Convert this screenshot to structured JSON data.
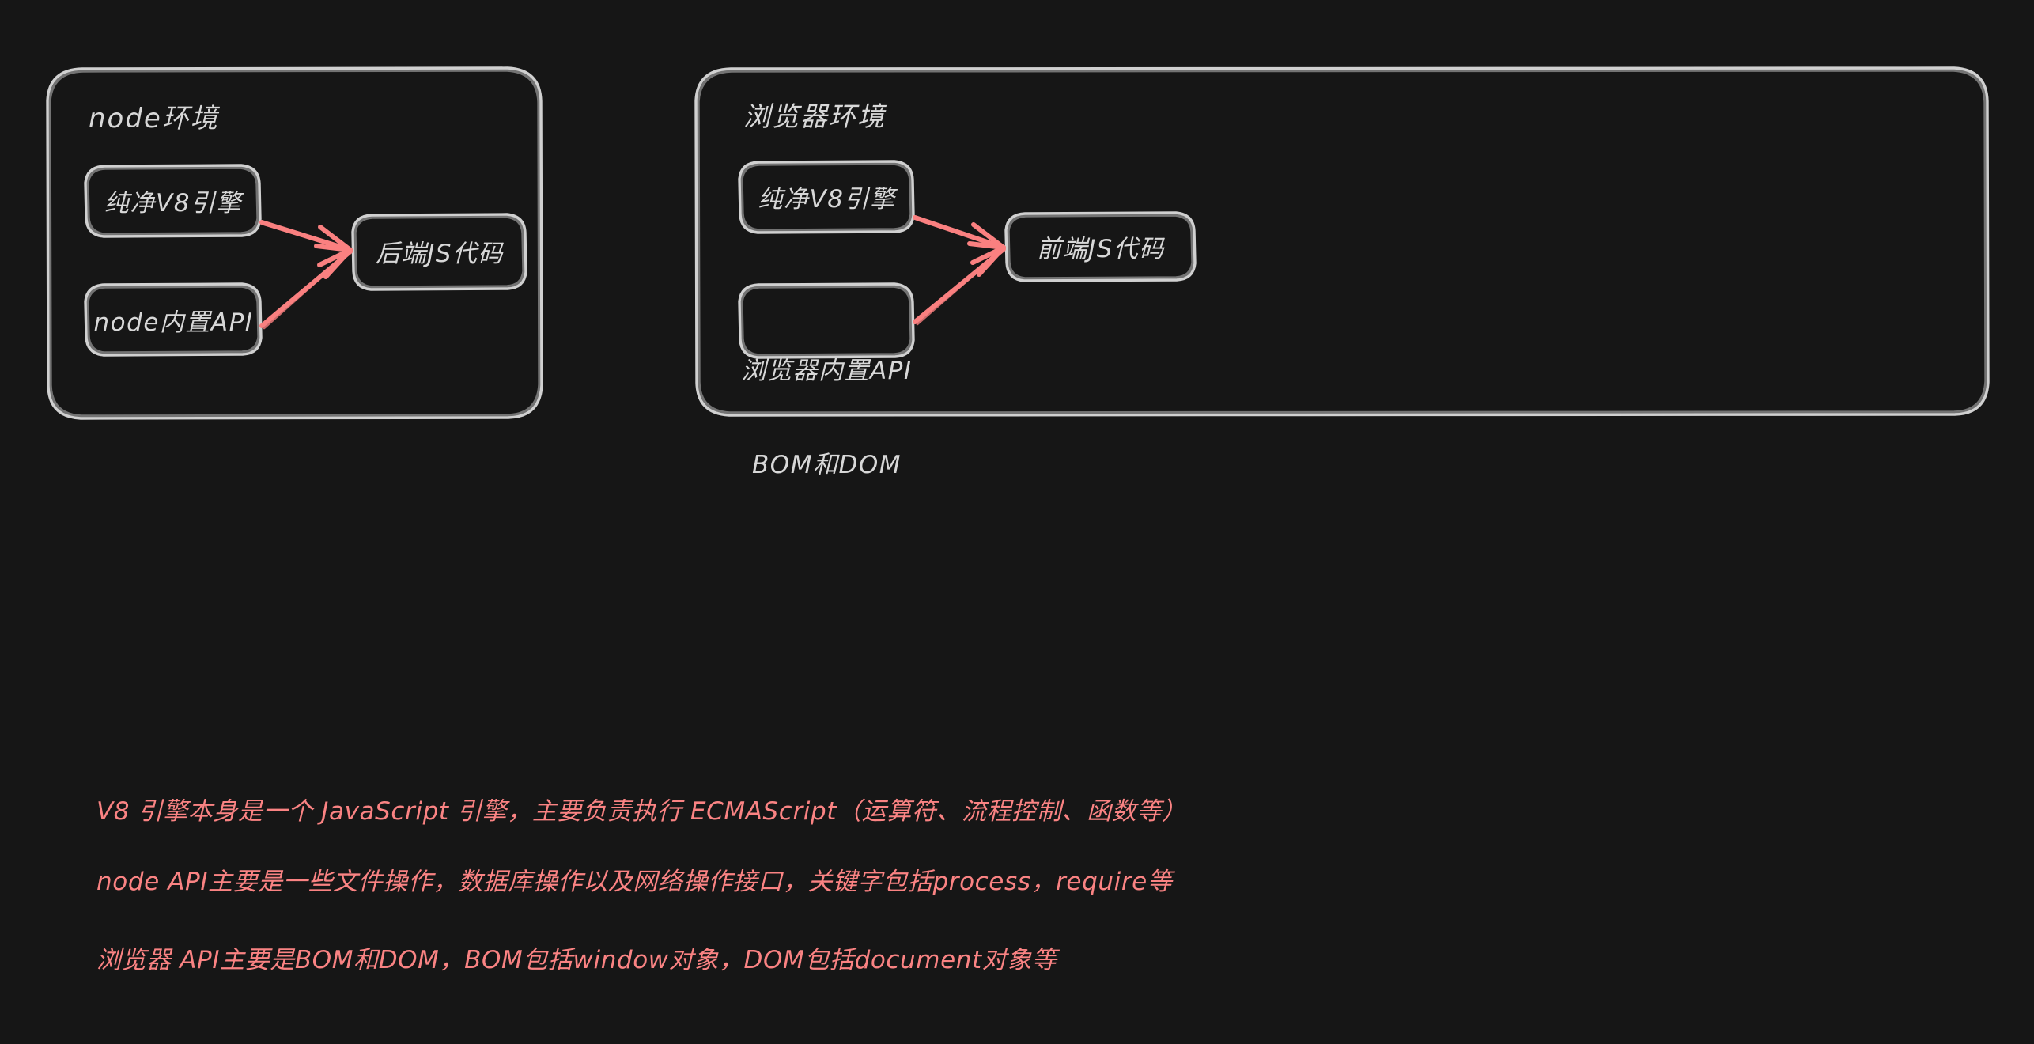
{
  "canvas": {
    "background_color": "#161616",
    "stroke_color": "#d0d0d0",
    "accent_color": "#fa8080",
    "text_color": "#d8d8d8"
  },
  "diagram": {
    "type": "flow-diagram",
    "environments": [
      {
        "id": "node",
        "title": "node环境",
        "sources": [
          {
            "label": "纯净V8引擎"
          },
          {
            "label": "node内置API"
          }
        ],
        "target": {
          "label": "后端JS代码"
        }
      },
      {
        "id": "browser",
        "title": "浏览器环境",
        "sources": [
          {
            "label": "纯净V8引擎"
          },
          {
            "label": "浏览器内置API\nBOM和DOM",
            "line1": "浏览器内置API",
            "line2": "BOM和DOM"
          }
        ],
        "target": {
          "label": "前端JS代码"
        }
      }
    ]
  },
  "notes": [
    {
      "text": "V8 引擎本身是一个 JavaScript 引擎，主要负责执行 ECMAScript（运算符、流程控制、函数等）"
    },
    {
      "text": "node API主要是一些文件操作，数据库操作以及网络操作接口，关键字包括process，require等"
    },
    {
      "text": "浏览器 API主要是BOM和DOM，BOM包括window对象，DOM包括document对象等"
    }
  ]
}
